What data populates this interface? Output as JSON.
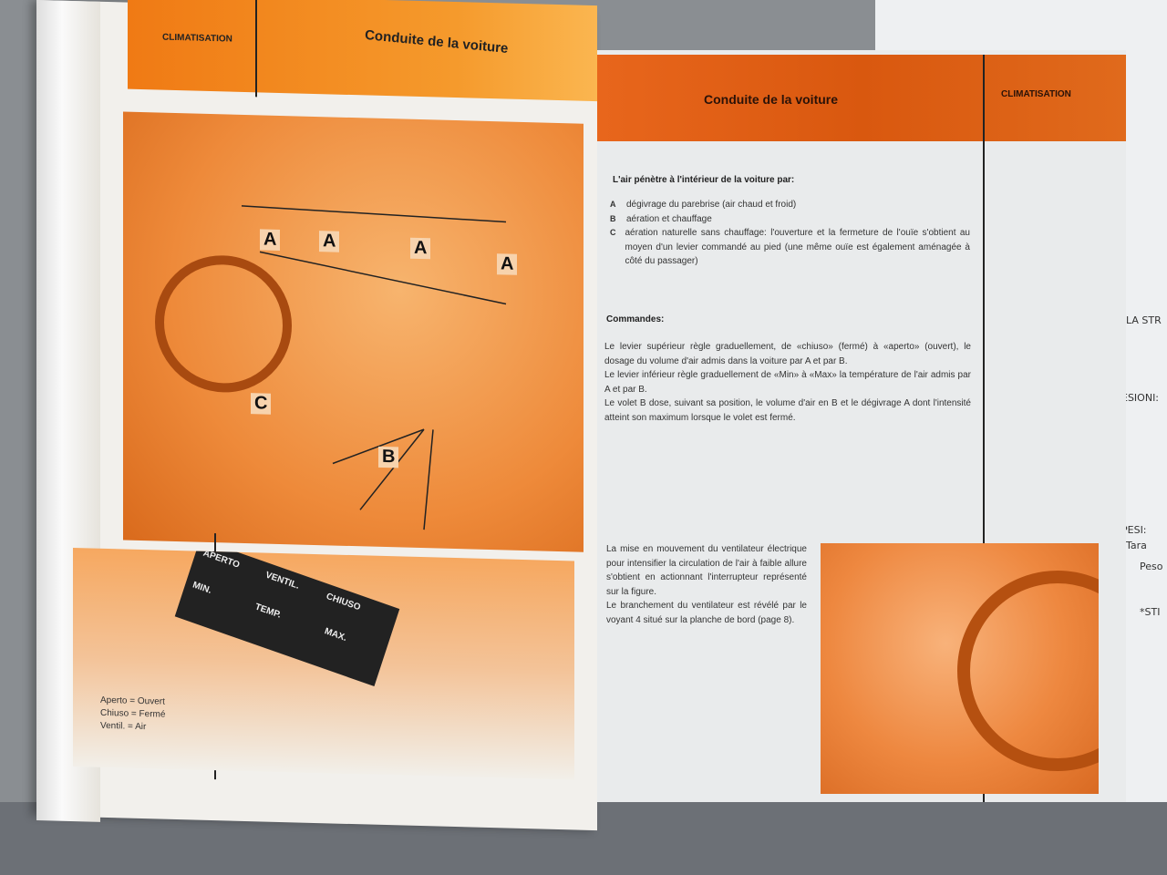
{
  "left_page": {
    "section": "CLIMATISATION",
    "title": "Conduite de la voiture",
    "diagram_labels": [
      "A",
      "A",
      "A",
      "A",
      "B",
      "C"
    ],
    "panel_labels": [
      "APERTO",
      "VENTIL.",
      "CHIUSO",
      "MIN.",
      "TEMP.",
      "MAX."
    ],
    "captions": [
      "Aperto = Ouvert",
      "Chiuso = Fermé",
      "Ventil. = Air"
    ]
  },
  "right_page": {
    "title": "Conduite de la voiture",
    "section": "CLIMATISATION",
    "intro": "L'air pénètre à l'intérieur de la voiture par:",
    "items": [
      {
        "key": "A",
        "text": "dégivrage du parebrise (air chaud et froid)"
      },
      {
        "key": "B",
        "text": "aération et chauffage"
      },
      {
        "key": "C",
        "text": "aération naturelle sans chauffage: l'ouverture et la fermeture de l'ouïe s'obtient au moyen d'un levier commandé au pied (une même ouïe est également aménagée à côté du passager)"
      }
    ],
    "commandes_heading": "Commandes:",
    "commandes": [
      "Le levier supérieur règle graduellement, de «chiuso» (fermé) à «aperto» (ouvert), le dosage du volume d'air admis dans la voiture par A et par B.",
      "Le levier inférieur règle graduellement de «Min» à «Max» la température de l'air admis par A et par B.",
      "Le volet B dose, suivant sa position, le volume d'air en B et le dégivrage A dont l'intensité atteint son maximum lorsque le volet est fermé."
    ],
    "fan_text": [
      "La mise en mouvement du ventilateur électrique pour intensifier la circulation de l'air à faible allure s'obtient en actionnant l'interrupteur représenté sur la figure.",
      "Le branchement du ventilateur est révélé par le voyant 4 situé sur la planche de bord (page 8)."
    ]
  },
  "background_paper": [
    "LA STR",
    "ESIONI:",
    "PESI:",
    "Tara",
    "Peso",
    "*STI"
  ]
}
